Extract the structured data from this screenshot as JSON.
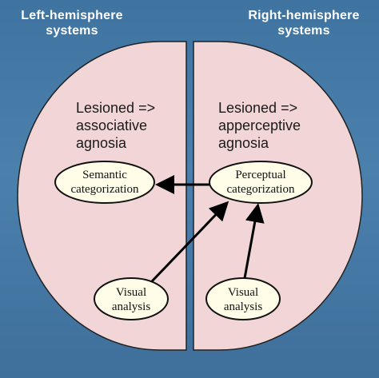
{
  "headers": {
    "left": {
      "line1": "Left-hemisphere",
      "line2": "systems"
    },
    "right": {
      "line1": "Right-hemisphere",
      "line2": "systems"
    }
  },
  "lesions": {
    "left": {
      "line1": "Lesioned =>",
      "line2": "associative",
      "line3": "agnosia"
    },
    "right": {
      "line1": "Lesioned =>",
      "line2": "apperceptive",
      "line3": "agnosia"
    }
  },
  "nodes": {
    "semantic": {
      "line1": "Semantic",
      "line2": "categorization"
    },
    "perceptual": {
      "line1": "Perceptual",
      "line2": "categorization"
    },
    "visual_left": {
      "line1": "Visual",
      "line2": "analysis"
    },
    "visual_right": {
      "line1": "Visual",
      "line2": "analysis"
    }
  },
  "colors": {
    "background": "#4a7ba6",
    "hemisphere_fill": "#f2d6d7",
    "node_fill": "#fffde8",
    "node_stroke": "#111111",
    "arrow": "#000000",
    "header_text": "#ffffff"
  }
}
